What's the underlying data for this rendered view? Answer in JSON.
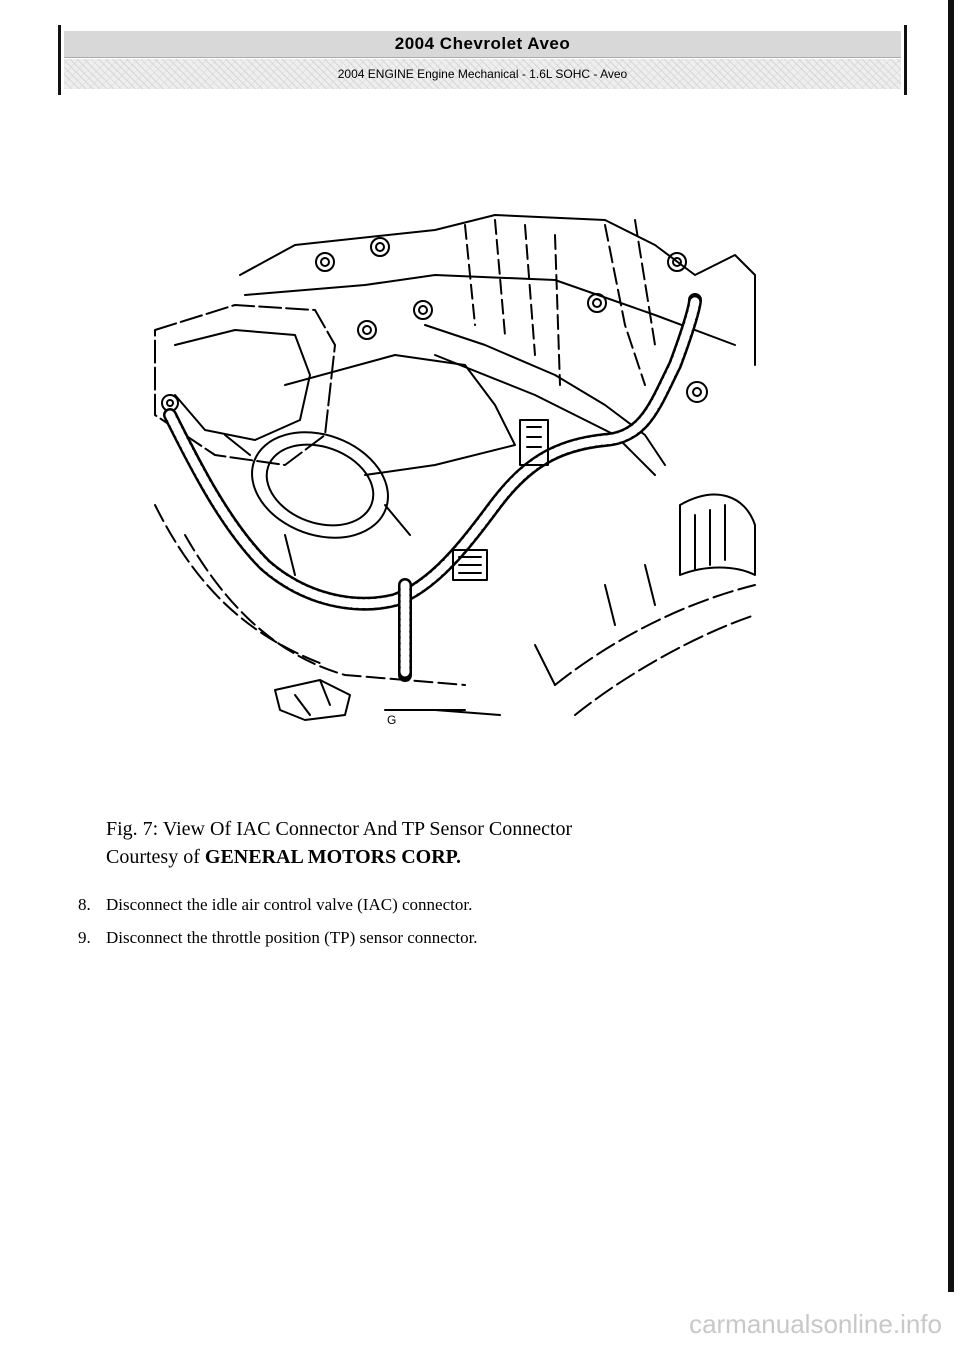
{
  "header": {
    "title": "2004 Chevrolet Aveo",
    "subtitle": "2004 ENGINE Engine Mechanical - 1.6L SOHC - Aveo"
  },
  "figure": {
    "label": "G"
  },
  "caption": {
    "fig_line": "Fig. 7: View Of IAC Connector And TP Sensor Connector",
    "courtesy_prefix": "Courtesy of",
    "courtesy_company": "GENERAL MOTORS CORP."
  },
  "steps": [
    {
      "number": "8.",
      "text": "Disconnect the idle air control valve (IAC) connector."
    },
    {
      "number": "9.",
      "text": "Disconnect the throttle position (TP) sensor connector."
    }
  ],
  "watermark": "carmanualsonline.info"
}
